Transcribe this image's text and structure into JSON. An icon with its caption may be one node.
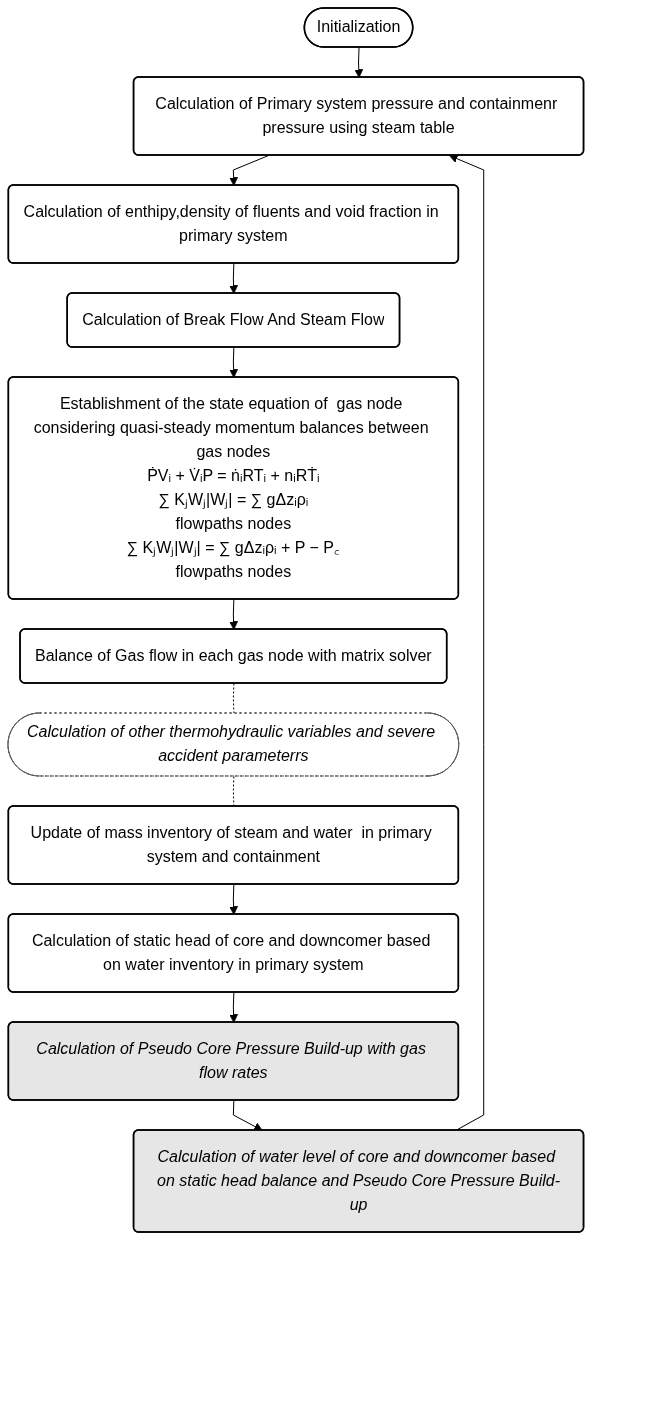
{
  "diagram": {
    "nodes": [
      {
        "text": [
          "Initialization"
        ]
      },
      {
        "text": [
          "Calculation of Primary system pressure and containmenr pressure using steam table"
        ]
      },
      {
        "text": [
          "Calculation of enthipy,density of fluents and void fraction in primary system"
        ]
      },
      {
        "text": [
          "Calculation of Break Flow And  Steam Flow"
        ]
      },
      {
        "text": [
          "Establishment of the state equation of  gas node considering quasi-steady momentum balances between gas nodes",
          "ṖVᵢ + V̇ᵢP = ṅᵢRTᵢ + nᵢRṪᵢ",
          "∑ KⱼWⱼ|Wⱼ| = ∑ gΔzᵢρᵢ",
          "flowpaths nodes",
          "∑ KⱼWⱼ|Wⱼ| = ∑ gΔzᵢρᵢ + P − P꜀",
          "flowpaths nodes"
        ]
      },
      {
        "text": [
          "Balance of Gas flow in each gas node with matrix solver"
        ]
      },
      {
        "text": [
          "Calculation of other thermohydraulic variables and severe accident parameterrs"
        ]
      },
      {
        "text": [
          "Update of mass inventory of steam and water  in primary system and containment"
        ]
      },
      {
        "text": [
          "Calculation of static head of core and downcomer based on water inventory in primary system"
        ]
      },
      {
        "text": [
          "Calculation of Pseudo Core Pressure Build-up with gas flow rates"
        ]
      },
      {
        "text": [
          "Calculation of water level of core and downcomer based on static head balance and Pseudo Core Pressure Build-up"
        ]
      }
    ],
    "edges": [
      {
        "from": 0,
        "to": 1,
        "arrow": "to"
      },
      {
        "from": 1,
        "to": 2,
        "arrow": "to"
      },
      {
        "from": 2,
        "to": 3,
        "arrow": "to"
      },
      {
        "from": 3,
        "to": 4,
        "arrow": "to"
      },
      {
        "from": 4,
        "to": 5,
        "arrow": "to"
      },
      {
        "from": 5,
        "to": 6,
        "arrow": "none",
        "style": "dashed"
      },
      {
        "from": 6,
        "to": 7,
        "arrow": "none",
        "style": "dashed"
      },
      {
        "from": 7,
        "to": 8,
        "arrow": "to"
      },
      {
        "from": 8,
        "to": 9,
        "arrow": "to"
      },
      {
        "from": 9,
        "to": 10,
        "arrow": "to"
      },
      {
        "from": 10,
        "to": 1,
        "arrow": "to"
      }
    ]
  }
}
